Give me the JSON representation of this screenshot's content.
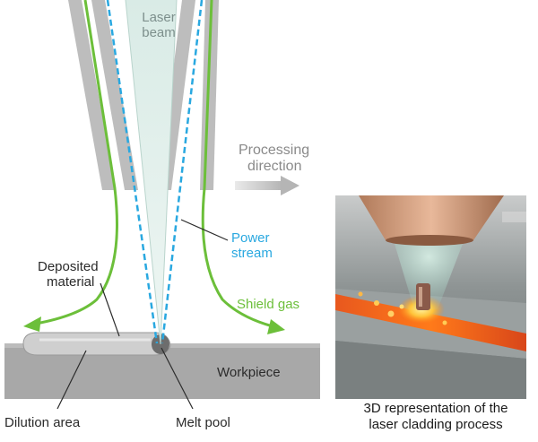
{
  "labels": {
    "laser_beam_line1": "Laser",
    "laser_beam_line2": "beam",
    "processing_line1": "Processing",
    "processing_line2": "direction",
    "power_line1": "Power",
    "power_line2": "stream",
    "deposited_line1": "Deposited",
    "deposited_line2": "material",
    "shield_gas": "Shield gas",
    "workpiece": "Workpiece",
    "dilution_area": "Dilution area",
    "melt_pool": "Melt pool"
  },
  "photo_caption": {
    "line1": "3D representation of the",
    "line2": "laser cladding process"
  },
  "colors": {
    "nozzle": "#bdbdbd",
    "beam": "#dfeeea",
    "powder_stream": "#29a8e0",
    "shield_gas": "#6cbf3a",
    "workpiece": "#a8a8a8",
    "deposit": "#d0d0d0",
    "melt_pool": "#7a7a7a",
    "label_dark": "#2b2b2b"
  }
}
